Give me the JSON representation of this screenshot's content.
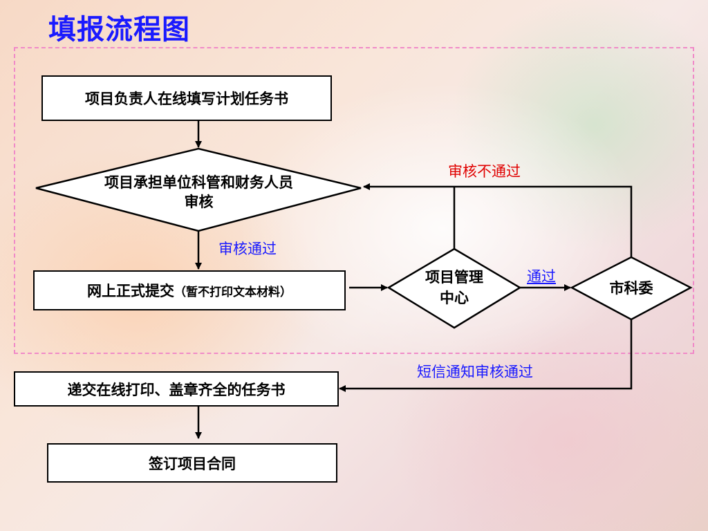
{
  "title": "填报流程图",
  "nodes": {
    "fill_task": "项目负责人在线填写计划任务书",
    "unit_review": "项目承担单位科管和财务人员审核",
    "submit_online_main": "网上正式提交",
    "submit_online_note": "（暂不打印文本材料）",
    "mgmt_center": "项目管理中心",
    "city_committee": "市科委",
    "deliver_printed": "递交在线打印、盖章齐全的任务书",
    "sign_contract": "签订项目合同"
  },
  "edges": {
    "review_pass": "审核通过",
    "review_fail": "审核不通过",
    "passed": "通过",
    "sms_notice": "短信通知审核通过"
  },
  "colors": {
    "title": "#1a1aff",
    "frame_dash": "#f08ac8",
    "label_blue": "#1a1aff",
    "label_red": "#e00000"
  }
}
